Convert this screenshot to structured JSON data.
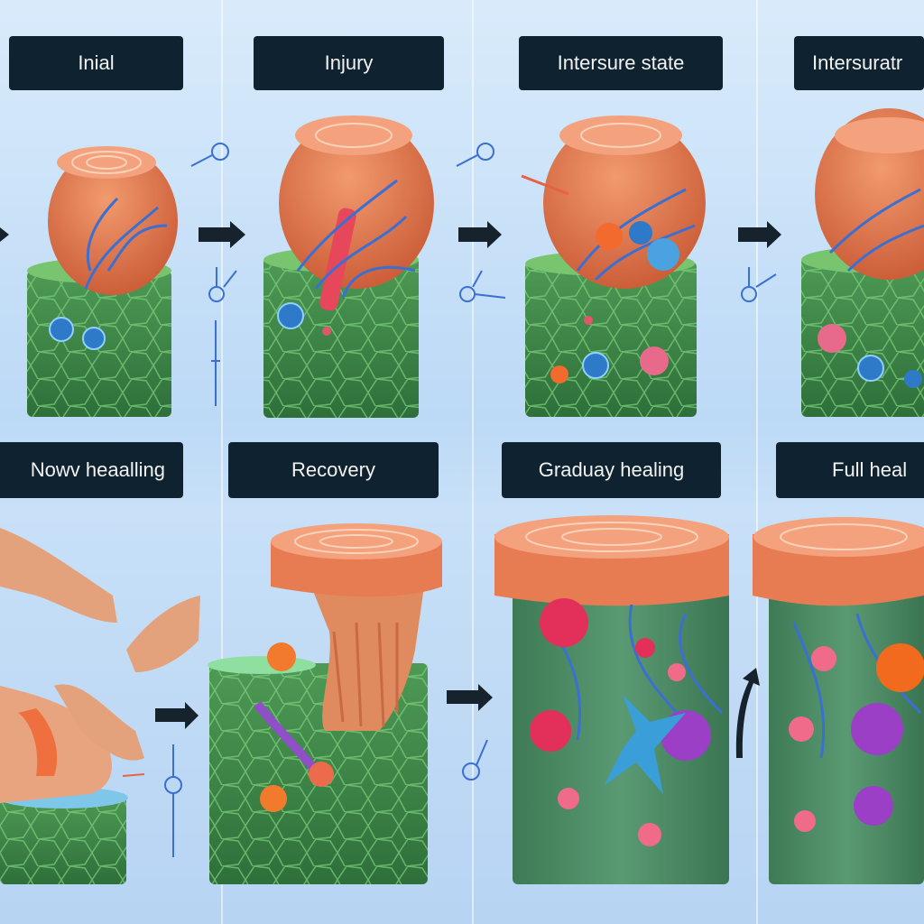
{
  "stages": {
    "top": [
      {
        "label": "Inial"
      },
      {
        "label": "Injury"
      },
      {
        "label": "Intersure state"
      },
      {
        "label": "Intersuratr"
      }
    ],
    "bottom": [
      {
        "label": "Nowv heaalling"
      },
      {
        "label": "Recovery"
      },
      {
        "label": "Graduay healing"
      },
      {
        "label": "Full heal"
      }
    ]
  },
  "colors": {
    "label_bg": "#0f2230",
    "muscle": "#e5764f",
    "tissue": "#3f8a4a",
    "vessel": "#3b6fd1",
    "arrow": "#16222c"
  }
}
